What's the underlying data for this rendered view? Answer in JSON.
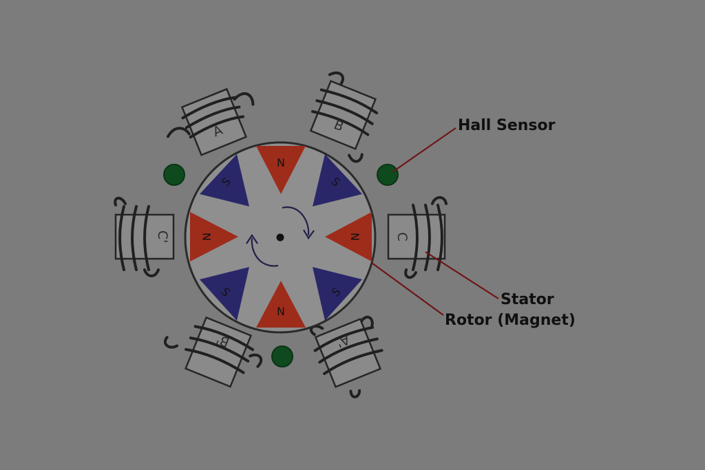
{
  "labels": {
    "hall_sensor": "Hall Sensor",
    "stator": "Stator",
    "rotor": "Rotor (Magnet)"
  },
  "coils": {
    "a": "A",
    "b": "B",
    "c": "C",
    "a_prime": "A'",
    "b_prime": "B'",
    "c_prime": "C'"
  },
  "poles": {
    "north": "N",
    "south": "S"
  },
  "colors": {
    "background": "#7c7c7c",
    "north_pole": "#9e2c1b",
    "south_pole": "#2a2769",
    "hall_sensor": "#0f4a1e",
    "rotor_disc": "#8f8f8f",
    "leader_line": "#6e1515"
  }
}
